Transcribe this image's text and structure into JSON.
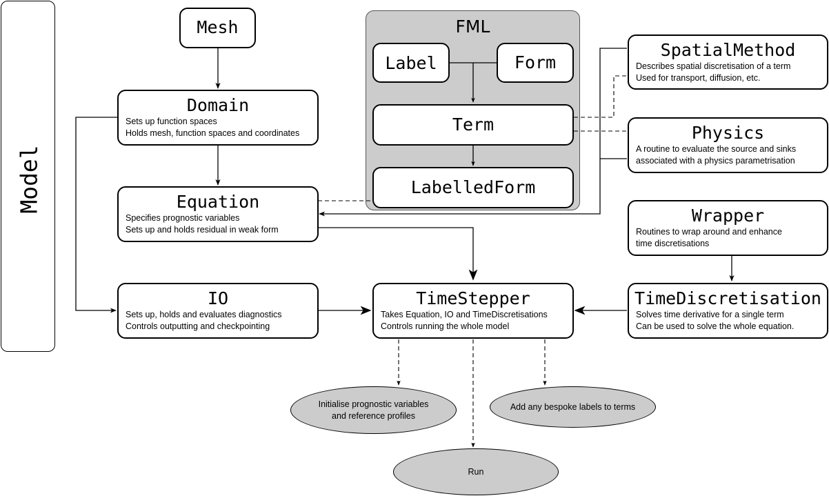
{
  "model_label": "Model",
  "fml": {
    "title": "FML"
  },
  "nodes": {
    "mesh": {
      "title": "Mesh"
    },
    "domain": {
      "title": "Domain",
      "lines": [
        "Sets up function spaces",
        "Holds mesh, function spaces and coordinates"
      ]
    },
    "equation": {
      "title": "Equation",
      "lines": [
        "Specifies prognostic variables",
        "Sets up and holds residual in weak form"
      ]
    },
    "io": {
      "title": "IO",
      "lines": [
        "Sets up, holds and evaluates diagnostics",
        "Controls outputting and checkpointing"
      ]
    },
    "label": {
      "title": "Label"
    },
    "form": {
      "title": "Form"
    },
    "term": {
      "title": "Term"
    },
    "labelledform": {
      "title": "LabelledForm"
    },
    "timestepper": {
      "title": "TimeStepper",
      "lines": [
        "Takes Equation, IO and TimeDiscretisations",
        "Controls running the whole model"
      ]
    },
    "spatialmethod": {
      "title": "SpatialMethod",
      "lines": [
        "Describes spatial discretisation of a term",
        "Used for transport, diffusion, etc."
      ]
    },
    "physics": {
      "title": "Physics",
      "lines": [
        "A routine to evaluate the source and sinks",
        "associated with a physics parametrisation"
      ]
    },
    "wrapper": {
      "title": "Wrapper",
      "lines": [
        "Routines to wrap around and enhance",
        "time discretisations"
      ]
    },
    "timediscretisation": {
      "title": "TimeDiscretisation",
      "lines": [
        "Solves time derivative for a single term",
        "Can be used to solve the whole equation."
      ]
    }
  },
  "ellipses": {
    "initialise": {
      "lines": [
        "Initialise prognostic variables",
        "and reference profiles"
      ]
    },
    "labels": {
      "lines": [
        "Add any bespoke labels to terms"
      ]
    },
    "run": {
      "lines": [
        "Run"
      ]
    }
  }
}
